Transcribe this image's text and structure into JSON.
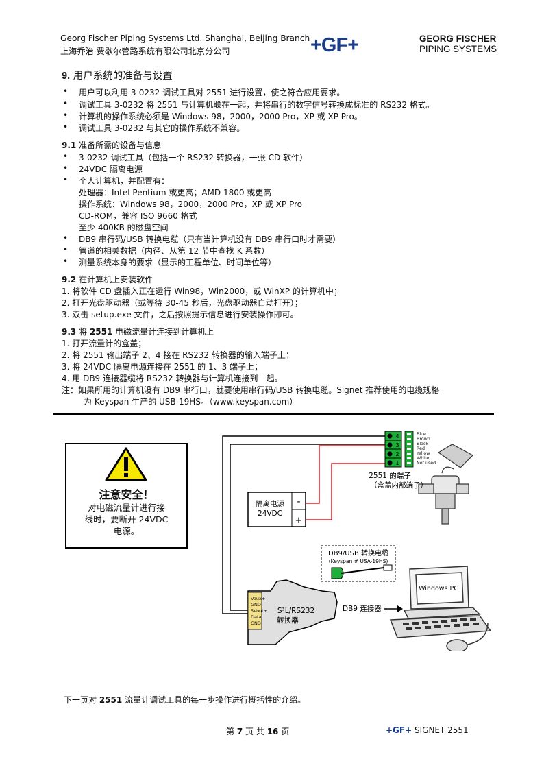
{
  "header": {
    "company_en": "Georg Fischer Piping Systems Ltd. Shanghai, Beijing Branch",
    "company_cn": "上海乔治·费歇尔管路系统有限公司北京分公司",
    "logo": "+GF+",
    "brand_line1": "GEORG FISCHER",
    "brand_line2": "PIPING SYSTEMS"
  },
  "section9": {
    "num": "9.",
    "title": "用户系统的准备与设置",
    "bullets": [
      "用户可以利用 3-0232 调试工具对 2551 进行设置，使之符合应用要求。",
      "调试工具 3-0232 将 2551 与计算机联在一起，并将串行的数字信号转换成标准的 RS232 格式。",
      "计算机的操作系统必须是 Windows 98，2000，2000 Pro，XP 或 XP Pro。",
      "调试工具 3-0232 与其它的操作系统不兼容。"
    ]
  },
  "section91": {
    "num": "9.1",
    "title": "准备所需的设备与信息",
    "b1": "3-0232 调试工具（包括一个 RS232 转换器，一张 CD 软件）",
    "b2": "24VDC 隔离电源",
    "b3": "个人计算机，并配置有：",
    "b3_lines": [
      "处理器：Intel Pentium 或更高；AMD 1800 或更高",
      "操作系统：Windows 98，2000，2000 Pro，XP 或 XP Pro",
      "CD-ROM，兼容 ISO 9660 格式",
      "至少 400KB 的磁盘空间"
    ],
    "b4": "DB9 串行码/USB 转换电缆（只有当计算机没有 DB9 串行口时才需要）",
    "b5": "管道的相关数据（内径、从第 12 节中查找 K 系数）",
    "b6": "测量系统本身的要求（显示的工程单位、时间单位等）"
  },
  "section92": {
    "num": "9.2",
    "title": "在计算机上安装软件",
    "steps": [
      "1.  将软件 CD 盘插入正在运行 Win98，Win2000，或 WinXP 的计算机中；",
      "2.  打开光盘驱动器（或等待 30-45 秒后，光盘驱动器自动打开）；",
      "3.  双击 setup.exe 文件，之后按照提示信息进行安装操作即可。"
    ]
  },
  "section93": {
    "num": "9.3",
    "title_pre": "将",
    "title_bold": "2551",
    "title_post": "电磁流量计连接到计算机上",
    "steps": [
      "1.  打开流量计的盒盖；",
      "2.  将 2551 输出端子 2、4 接在 RS232 转换器的输入端子上；",
      "3.  将 24VDC 隔离电源连接在 2551 的 1、3 端子上；",
      "4.  用 DB9 连接器缆将 RS232 转换器与计算机连接到一起。"
    ],
    "note1": "注：如果所用的计算机没有 DB9 串行口，就要使用串行码/USB 转换电缆。Signet 推荐使用的电缆规格",
    "note2": "为 Keyspan 生产的 USB-19HS。（www.keyspan.com）"
  },
  "warning": {
    "title": "注意安全！",
    "line1": "对电磁流量计进行接",
    "line2": "线时，要断开 24VDC",
    "line3": "电源。",
    "icon": "warning-triangle-icon"
  },
  "diagram": {
    "terminals": [
      "4",
      "3",
      "2",
      "1"
    ],
    "wire_labels": [
      "Blue",
      "Brown",
      "Black",
      "Red",
      "Yellow",
      "White",
      "Not used"
    ],
    "terminal_caption1": "2551 的端子",
    "terminal_caption2": "（盒盖内部端子）",
    "psu_label1": "隔离电源",
    "psu_label2": "24VDC",
    "psu_minus": "-",
    "psu_plus": "+",
    "usb_label1": "DB9/USB 转换电缆",
    "usb_label2": "(Keyspan # USA-19HS)",
    "converter_pins": [
      "Vaux+",
      "GND",
      "5Vout+",
      "Data",
      "GND"
    ],
    "converter_name": "S³L/RS232",
    "converter_cn": "转换器",
    "db9_label": "DB9 连接器",
    "pc_label": "Windows PC",
    "colors": {
      "green": "#1fae3a",
      "red": "#e02020",
      "yellow": "#f3e08a"
    }
  },
  "bottom_note_pre": "下一页对",
  "bottom_note_bold": "2551",
  "bottom_note_post": "流量计调试工具的每一步操作进行概括性的介绍。",
  "footer": {
    "p1": "第",
    "page": "7",
    "p2": "页 共",
    "total": "16",
    "p3": "页",
    "brand": "+GF+",
    "product": "SIGNET 2551"
  }
}
